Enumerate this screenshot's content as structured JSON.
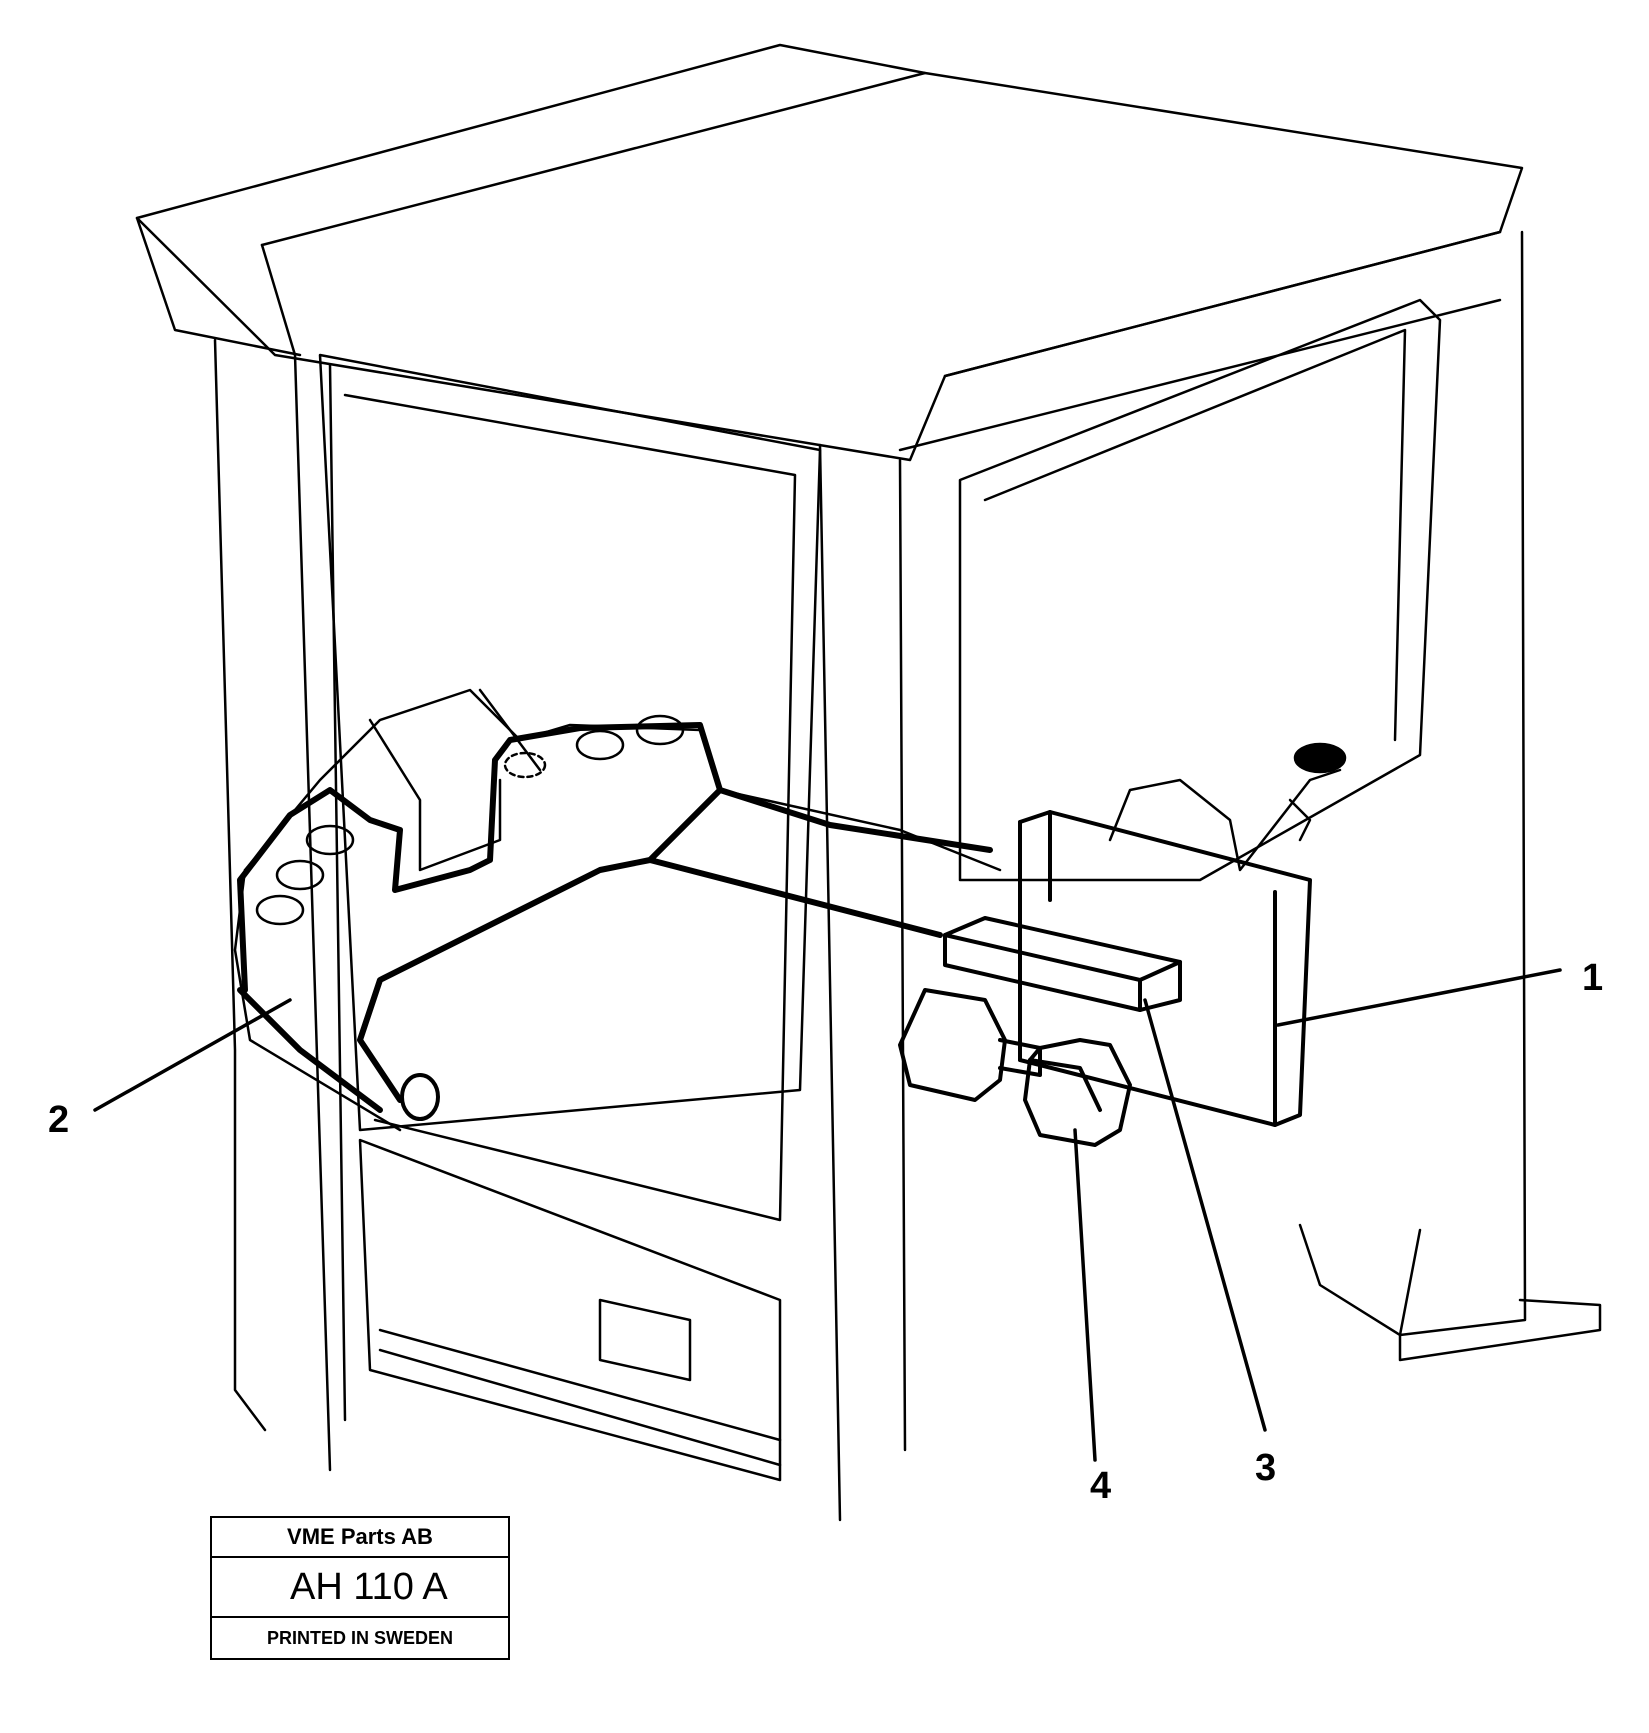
{
  "callouts": [
    {
      "id": "1",
      "label": "1"
    },
    {
      "id": "2",
      "label": "2"
    },
    {
      "id": "3",
      "label": "3"
    },
    {
      "id": "4",
      "label": "4"
    }
  ],
  "stamp": {
    "company": "VME Parts AB",
    "code": "AH 110 A",
    "printed": "PRINTED IN SWEDEN"
  }
}
